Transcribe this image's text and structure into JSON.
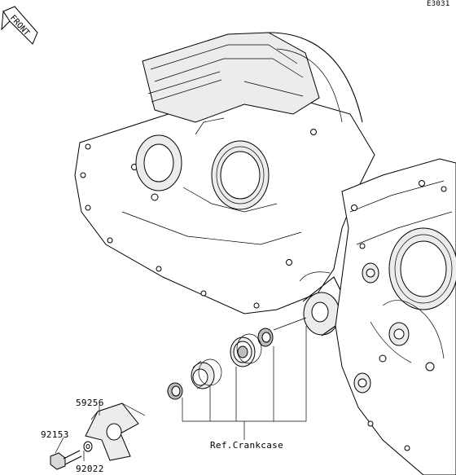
{
  "diagram_code": "E3031",
  "front_label": "FRONT",
  "parts": [
    {
      "number": "59256"
    },
    {
      "number": "92153"
    },
    {
      "number": "92022"
    }
  ],
  "reference": "Ref.Crankcase"
}
